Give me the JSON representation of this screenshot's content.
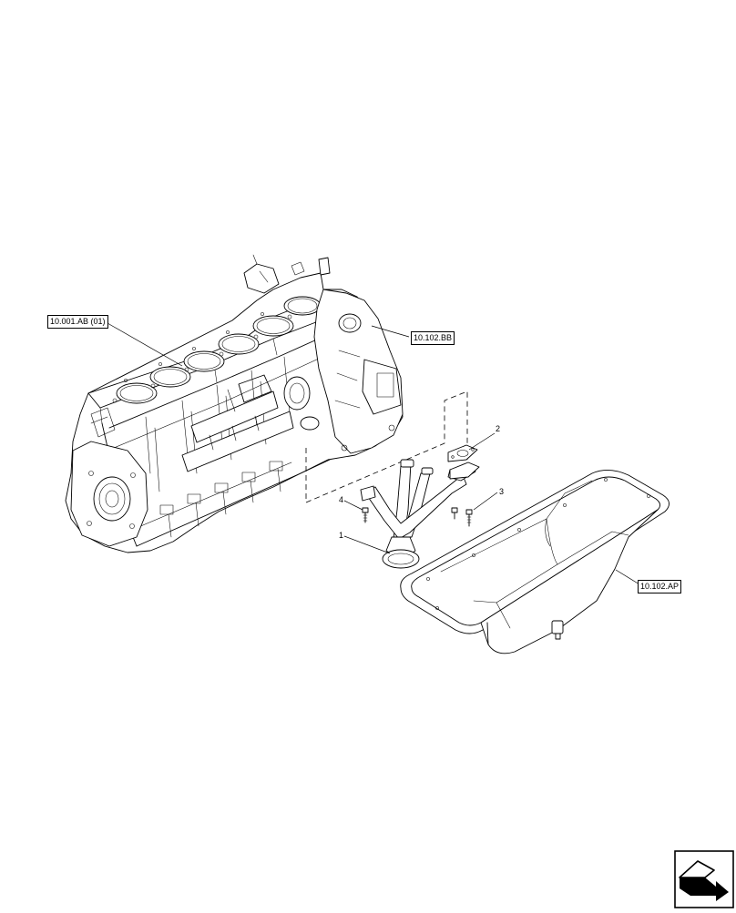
{
  "references": {
    "engine_block": "10.001.AB (01)",
    "timing_housing": "10.102.BB",
    "oil_sump": "10.102.AP"
  },
  "callouts": {
    "item_1": "1",
    "item_2": "2",
    "item_3": "3",
    "item_4": "4"
  },
  "navigation": {
    "icon": "next-page-arrow-icon"
  }
}
